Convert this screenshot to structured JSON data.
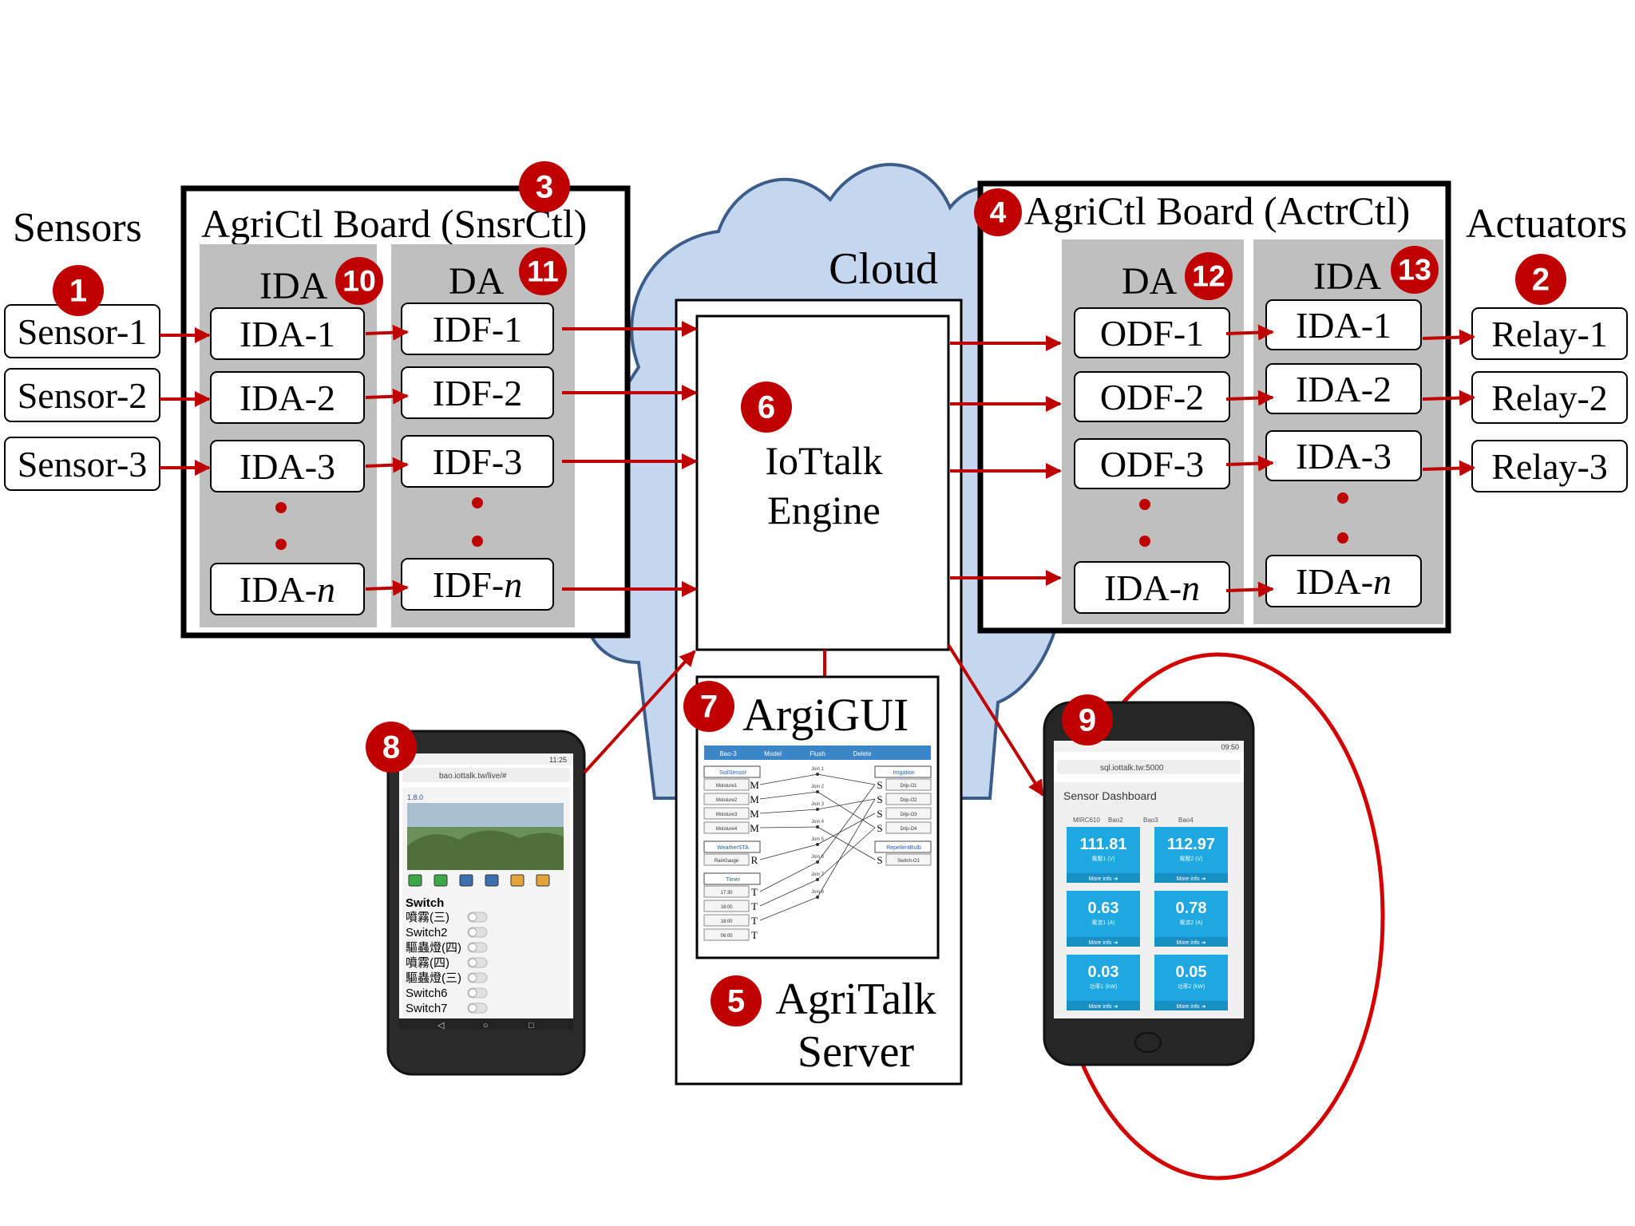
{
  "labels": {
    "sensors": "Sensors",
    "actuators": "Actuators",
    "cloud": "Cloud",
    "snsr_board": "AgriCtl Board (SnsrCtl)",
    "actr_board": "AgriCtl Board (ActrCtl)",
    "engine_line1": "IoTtalk",
    "engine_line2": "Engine",
    "argigui": "ArgiGUI",
    "server_line1": "AgriTalk",
    "server_line2": "Server"
  },
  "sensors": [
    "Sensor-1",
    "Sensor-2",
    "Sensor-3"
  ],
  "relays": [
    "Relay-1",
    "Relay-2",
    "Relay-3"
  ],
  "snsr_board": {
    "ida_header": "IDA",
    "da_header": "DA",
    "ida": [
      "IDA-1",
      "IDA-2",
      "IDA-3"
    ],
    "ida_last": {
      "prefix": "IDA-",
      "var": "n"
    },
    "idf": [
      "IDF-1",
      "IDF-2",
      "IDF-3"
    ],
    "idf_last": {
      "prefix": "IDF-",
      "var": "n"
    }
  },
  "actr_board": {
    "da_header": "DA",
    "ida_header": "IDA",
    "odf": [
      "ODF-1",
      "ODF-2",
      "ODF-3"
    ],
    "odf_last": {
      "prefix": "IDA-",
      "var": "n"
    },
    "ida": [
      "IDA-1",
      "IDA-2",
      "IDA-3"
    ],
    "ida_last": {
      "prefix": "IDA-",
      "var": "n"
    }
  },
  "badges": {
    "b1": "1",
    "b2": "2",
    "b3": "3",
    "b4": "4",
    "b5": "5",
    "b6": "6",
    "b7": "7",
    "b8": "8",
    "b9": "9",
    "b10": "10",
    "b11": "11",
    "b12": "12",
    "b13": "13"
  },
  "argigui_screen": {
    "tabs": [
      "Bao-3",
      "Model",
      "Flush",
      "Delete"
    ],
    "left_groups": [
      {
        "name": "SoilSensor",
        "ports": [
          "Moisture1",
          "Moisture2",
          "Moisture3",
          "Moisture4"
        ],
        "tag": "M"
      },
      {
        "name": "WeatherSTA",
        "ports": [
          "RainGauge"
        ],
        "tag": "R"
      },
      {
        "name": "Timer",
        "ports": [
          "17:30",
          "18:00",
          "18:00",
          "06:00"
        ],
        "tag": "T"
      }
    ],
    "right_groups": [
      {
        "name": "Irrigation",
        "ports": [
          "Drip-O1",
          "Drip-O2",
          "Drip-O3",
          "Drip-O4"
        ],
        "tag": "S"
      },
      {
        "name": "RepellentBulb",
        "ports": [
          "Switch-O1"
        ],
        "tag": "S"
      }
    ],
    "joins": [
      "Join 1",
      "Join 2",
      "Join 3",
      "Join 4",
      "Join 5",
      "Join 6",
      "Join 7",
      "Join 8"
    ]
  },
  "phone_left": {
    "status_time": "11:25",
    "url": "bao.iottalk.tw/live/#",
    "header": "1.8.0",
    "switch_title": "Switch",
    "switches": [
      "噴霧(三)",
      "Switch2",
      "驅蟲燈(四)",
      "噴霧(四)",
      "驅蟲燈(三)",
      "Switch6",
      "Switch7"
    ]
  },
  "phone_right": {
    "status_time": "09:50",
    "url": "sql.iottalk.tw:5000",
    "title": "Sensor Dashboard",
    "columns": [
      "MIRC610",
      "Bao2",
      "Bao3",
      "Bao4"
    ],
    "tiles": [
      {
        "value": "111.81",
        "sub": "電壓1 (V)",
        "more": "More info"
      },
      {
        "value": "112.97",
        "sub": "電壓2 (V)",
        "more": "More info"
      },
      {
        "value": "0.63",
        "sub": "電流1 (A)",
        "more": "More info"
      },
      {
        "value": "0.78",
        "sub": "電流2 (A)",
        "more": "More info"
      },
      {
        "value": "0.03",
        "sub": "功率1 (kW)",
        "more": "More info"
      },
      {
        "value": "0.05",
        "sub": "功率2 (kW)",
        "more": "More info"
      }
    ]
  },
  "colors": {
    "arrow": "#c00000",
    "badge": "#c00000",
    "cloud_fill": "#c5d6ef",
    "cloud_stroke": "#3c5d8a",
    "column_gray": "#bfbfbf",
    "tile_blue": "#1fa7e1",
    "gui_header": "#3a86c8"
  }
}
